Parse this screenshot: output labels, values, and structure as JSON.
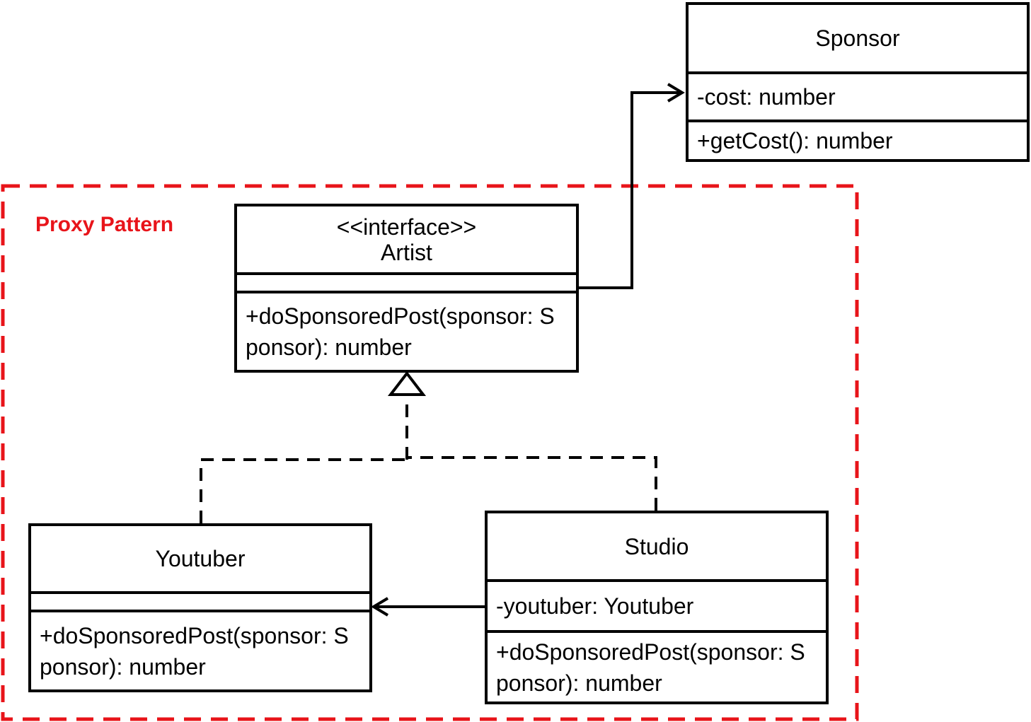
{
  "frame": {
    "label": "Proxy Pattern",
    "color": "#e8141a"
  },
  "classes": {
    "sponsor": {
      "name": "Sponsor",
      "attributes": [
        "-cost: number"
      ],
      "methods": [
        "+getCost(): number"
      ]
    },
    "artist": {
      "stereotype": "<<interface>>",
      "name": "Artist",
      "attributes": [],
      "methods": [
        "+doSponsoredPost(sponsor: S",
        "ponsor): number"
      ]
    },
    "youtuber": {
      "name": "Youtuber",
      "attributes": [],
      "methods": [
        "+doSponsoredPost(sponsor: S",
        "ponsor): number"
      ]
    },
    "studio": {
      "name": "Studio",
      "attributes": [
        "-youtuber: Youtuber"
      ],
      "methods": [
        "+doSponsoredPost(sponsor: S",
        "ponsor): number"
      ]
    }
  },
  "relationships": [
    {
      "type": "association",
      "from": "Artist",
      "to": "Sponsor"
    },
    {
      "type": "realization",
      "from": "Youtuber",
      "to": "Artist"
    },
    {
      "type": "realization",
      "from": "Studio",
      "to": "Artist"
    },
    {
      "type": "association",
      "from": "Studio",
      "to": "Youtuber"
    }
  ]
}
